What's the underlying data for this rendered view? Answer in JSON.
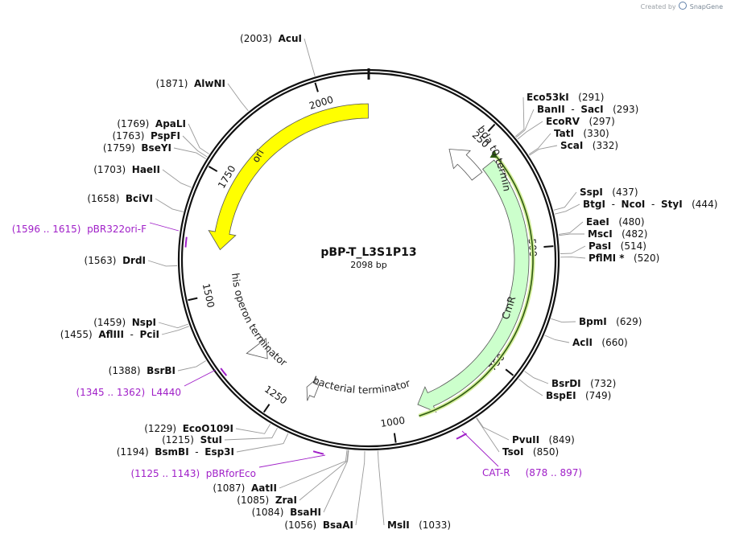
{
  "credit": {
    "text": "Created by",
    "brand": "SnapGene"
  },
  "plasmid": {
    "name": "pBP-T_L3S1P13",
    "size_label": "2098 bp",
    "length": 2098
  },
  "tick_labels": [
    "250",
    "500",
    "750",
    "1000",
    "1250",
    "1500",
    "1750",
    "2000"
  ],
  "features": [
    {
      "name": "ori",
      "start": 1596,
      "end": 2097,
      "color": "#ffff00",
      "direction": "reverse"
    },
    {
      "name": "CmR",
      "start": 300,
      "end": 940,
      "color": "#ccffcc",
      "direction": "forward"
    },
    {
      "name": "lambda t0 terminator",
      "start": 210,
      "end": 305,
      "color": "#ffffff",
      "direction": "reverse"
    },
    {
      "name": "his operon terminator",
      "start": 1315,
      "end": 1355,
      "color": "#ffffff",
      "direction": "reverse"
    },
    {
      "name": "bacterial terminator",
      "start": 1175,
      "end": 1200,
      "color": "#ffffff",
      "direction": "forward"
    }
  ],
  "primers": [
    {
      "label": "pBR322ori-F",
      "range": "(1596 .. 1615)"
    },
    {
      "label": "L4440",
      "range": "(1345 .. 1362)"
    },
    {
      "label": "pBRforEco",
      "range": "(1125 .. 1143)"
    },
    {
      "label": "CAT-R",
      "range": "(878 .. 897)"
    }
  ],
  "sites": [
    {
      "names": [
        "AcuI"
      ],
      "position": "(2003)",
      "bp": 2003
    },
    {
      "names": [
        "AlwNI"
      ],
      "position": "(1871)",
      "bp": 1871
    },
    {
      "names": [
        "ApaLI"
      ],
      "position": "(1769)",
      "bp": 1769
    },
    {
      "names": [
        "PspFI"
      ],
      "position": "(1763)",
      "bp": 1763
    },
    {
      "names": [
        "BseYI"
      ],
      "position": "(1759)",
      "bp": 1759
    },
    {
      "names": [
        "HaeII"
      ],
      "position": "(1703)",
      "bp": 1703
    },
    {
      "names": [
        "BciVI"
      ],
      "position": "(1658)",
      "bp": 1658
    },
    {
      "names": [
        "DrdI"
      ],
      "position": "(1563)",
      "bp": 1563
    },
    {
      "names": [
        "NspI"
      ],
      "position": "(1459)",
      "bp": 1459
    },
    {
      "names": [
        "AflIII",
        "PciI"
      ],
      "position": "(1455)",
      "bp": 1455
    },
    {
      "names": [
        "BsrBI"
      ],
      "position": "(1388)",
      "bp": 1388
    },
    {
      "names": [
        "EcoO109I"
      ],
      "position": "(1229)",
      "bp": 1229
    },
    {
      "names": [
        "StuI"
      ],
      "position": "(1215)",
      "bp": 1215
    },
    {
      "names": [
        "BsmBI",
        "Esp3I"
      ],
      "position": "(1194)",
      "bp": 1194
    },
    {
      "names": [
        "AatII"
      ],
      "position": "(1087)",
      "bp": 1087
    },
    {
      "names": [
        "ZraI"
      ],
      "position": "(1085)",
      "bp": 1085
    },
    {
      "names": [
        "BsaHI"
      ],
      "position": "(1084)",
      "bp": 1084
    },
    {
      "names": [
        "BsaAI"
      ],
      "position": "(1056)",
      "bp": 1056
    },
    {
      "names": [
        "MslI"
      ],
      "position": "(1033)",
      "bp": 1033
    },
    {
      "names": [
        "Eco53kI"
      ],
      "position": "(291)",
      "bp": 291
    },
    {
      "names": [
        "BanII",
        "SacI"
      ],
      "position": "(293)",
      "bp": 293
    },
    {
      "names": [
        "EcoRV"
      ],
      "position": "(297)",
      "bp": 297
    },
    {
      "names": [
        "TatI"
      ],
      "position": "(330)",
      "bp": 330
    },
    {
      "names": [
        "ScaI"
      ],
      "position": "(332)",
      "bp": 332
    },
    {
      "names": [
        "SspI"
      ],
      "position": "(437)",
      "bp": 437
    },
    {
      "names": [
        "BtgI",
        "NcoI",
        "StyI"
      ],
      "position": "(444)",
      "bp": 444
    },
    {
      "names": [
        "EaeI"
      ],
      "position": "(480)",
      "bp": 480
    },
    {
      "names": [
        "MscI"
      ],
      "position": "(482)",
      "bp": 482
    },
    {
      "names": [
        "PasI"
      ],
      "position": "(514)",
      "bp": 514
    },
    {
      "names": [
        "PflMI *"
      ],
      "position": "(520)",
      "bp": 520
    },
    {
      "names": [
        "BpmI"
      ],
      "position": "(629)",
      "bp": 629
    },
    {
      "names": [
        "AclI"
      ],
      "position": "(660)",
      "bp": 660
    },
    {
      "names": [
        "BsrDI"
      ],
      "position": "(732)",
      "bp": 732
    },
    {
      "names": [
        "BspEI"
      ],
      "position": "(749)",
      "bp": 749
    },
    {
      "names": [
        "PvuII"
      ],
      "position": "(849)",
      "bp": 849
    },
    {
      "names": [
        "TsoI"
      ],
      "position": "(850)",
      "bp": 850
    }
  ]
}
